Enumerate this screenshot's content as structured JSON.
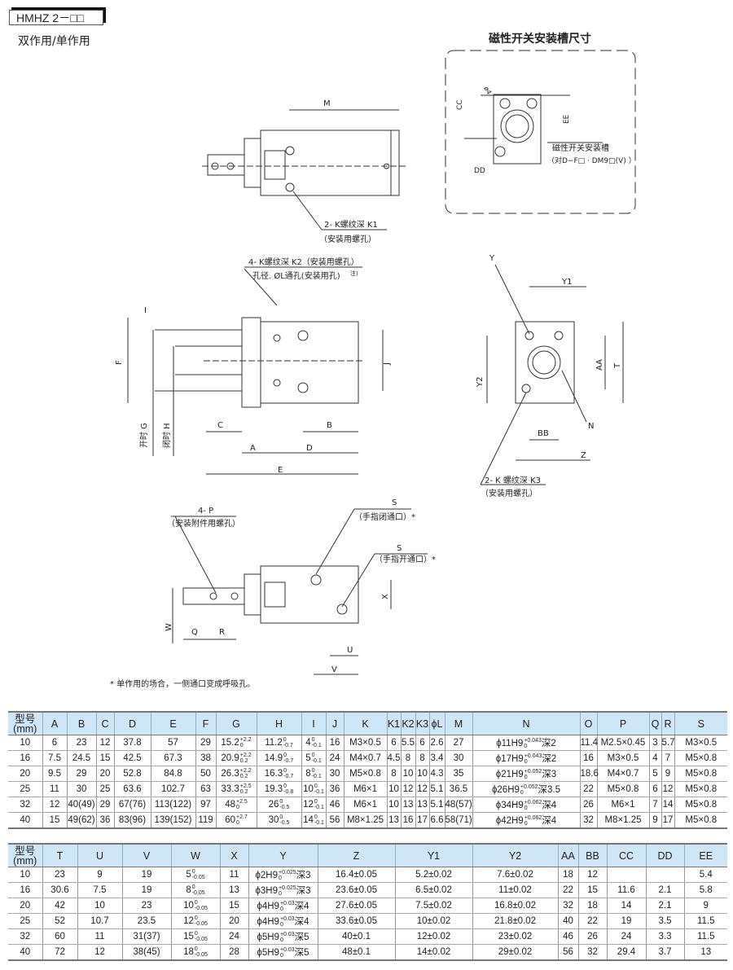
{
  "header": {
    "model": "HMHZ 2－□□",
    "subtitle": "双作用/单作用"
  },
  "switch_slot": {
    "title": "磁性开关安装槽尺寸",
    "labels": {
      "cc": "CC",
      "ee": "EE",
      "dd": "DD",
      "phi4": "ø4",
      "slot": "磁性开关安装槽",
      "slot_note": "（对D−F□ · DM9□(V) ）"
    }
  },
  "drawing1": {
    "m": "M",
    "o": "O",
    "k1": "2- K螺纹深 K1",
    "k1_note": "（安装用螺孔）"
  },
  "drawing2": {
    "k2": "4- K螺纹深 K2（安装用螺孔）",
    "l": "孔径. ØL通孔(安装用孔)",
    "note_mark": "注)",
    "i": "I",
    "f": "F",
    "j": "J",
    "c": "C",
    "b": "B",
    "a": "A",
    "d": "D",
    "e": "E",
    "g": "开时 G",
    "h": "闭时 H"
  },
  "drawing3": {
    "y": "Y",
    "y1": "Y1",
    "aa": "AA",
    "t": "T",
    "y2": "Y2",
    "bb": "BB",
    "n": "N",
    "z": "Z",
    "k3": "2- K 螺纹深 K3",
    "k3_note": "（安装用螺孔）"
  },
  "drawing4": {
    "p": "4- P",
    "p_note": "（安装附件用螺孔）",
    "s1": "S",
    "s1_note": "（手指闭通口）*",
    "s2": "S",
    "s2_note": "（手指开通口）*",
    "x": "X",
    "w": "W",
    "q": "Q",
    "r": "R",
    "u": "U",
    "v": "V"
  },
  "footnote": "* 单作用的场合，一侧通口变成呼吸孔。",
  "table1": {
    "headers": [
      "型号\n(mm)",
      "A",
      "B",
      "C",
      "D",
      "E",
      "F",
      "G",
      "H",
      "I",
      "J",
      "K",
      "K1",
      "K2",
      "K3",
      "ϕL",
      "M",
      "N",
      "O",
      "P",
      "Q",
      "R",
      "S"
    ],
    "rows": [
      [
        "10",
        "6",
        "23",
        "12",
        "37.8",
        "57",
        "29",
        {
          "v": "15.2",
          "up": "+2.2",
          "lo": "0"
        },
        {
          "v": "11.2",
          "up": "0",
          "lo": "-0.7"
        },
        {
          "v": "4",
          "up": "0",
          "lo": "-0.1"
        },
        "16",
        "M3×0.5",
        "6",
        "5.5",
        "6",
        "2.6",
        "27",
        {
          "v": "ϕ11H9",
          "up": "+0.043",
          "lo": "0",
          "tail": "深2"
        },
        "11.4",
        "M2.5×0.45",
        "3",
        "5.7",
        "M3×0.5"
      ],
      [
        "16",
        "7.5",
        "24.5",
        "15",
        "42.5",
        "67.3",
        "38",
        {
          "v": "20.9",
          "up": "+2.2",
          "lo": "0.2"
        },
        {
          "v": "14.9",
          "up": "0",
          "lo": "-0.7"
        },
        {
          "v": "5",
          "up": "0",
          "lo": "-0.1"
        },
        "24",
        "M4×0.7",
        "4.5",
        "8",
        "8",
        "3.4",
        "30",
        {
          "v": "ϕ17H9",
          "up": "+0.043",
          "lo": "0",
          "tail": "深2"
        },
        "16",
        "M3×0.5",
        "4",
        "7",
        "M5×0.8"
      ],
      [
        "20",
        "9.5",
        "29",
        "20",
        "52.8",
        "84.8",
        "50",
        {
          "v": "26.3",
          "up": "+2.2",
          "lo": "0.2"
        },
        {
          "v": "16.3",
          "up": "0",
          "lo": "-0.7"
        },
        {
          "v": "8",
          "up": "0",
          "lo": "-0.1"
        },
        "30",
        "M5×0.8",
        "8",
        "10",
        "10",
        "4.3",
        "35",
        {
          "v": "ϕ21H9",
          "up": "+0.052",
          "lo": "0",
          "tail": "深3"
        },
        "18.6",
        "M4×0.7",
        "5",
        "9",
        "M5×0.8"
      ],
      [
        "25",
        "11",
        "30",
        "25",
        "63.6",
        "102.7",
        "63",
        {
          "v": "33.3",
          "up": "+2.5",
          "lo": "0.2"
        },
        {
          "v": "19.3",
          "up": "0",
          "lo": "-0.8"
        },
        {
          "v": "10",
          "up": "0",
          "lo": "-0.1"
        },
        "36",
        "M6×1",
        "10",
        "12",
        "12",
        "5.1",
        "36.5",
        {
          "v": "ϕ26H9",
          "up": "+0.052",
          "lo": "0",
          "tail": "深3.5"
        },
        "22",
        "M5×0.8",
        "6",
        "12",
        "M5×0.8"
      ],
      [
        "32",
        "12",
        "40(49)",
        "29",
        "67(76)",
        "113(122)",
        "97",
        {
          "v": "48",
          "up": "+2.5",
          "lo": "0"
        },
        {
          "v": "26",
          "up": "0",
          "lo": "-0.5"
        },
        {
          "v": "12",
          "up": "0",
          "lo": "-0.1"
        },
        "46",
        "M6×1",
        "10",
        "13",
        "13",
        "5.1",
        "48(57)",
        {
          "v": "ϕ34H9",
          "up": "+0.062",
          "lo": "0",
          "tail": "深4"
        },
        "26",
        "M6×1",
        "7",
        "14",
        "M5×0.8"
      ],
      [
        "40",
        "15",
        "49(62)",
        "36",
        "83(96)",
        "139(152)",
        "119",
        {
          "v": "60",
          "up": "+2.7",
          "lo": "0"
        },
        {
          "v": "30",
          "up": "0",
          "lo": "-0.5"
        },
        {
          "v": "14",
          "up": "0",
          "lo": "-0.1"
        },
        "56",
        "M8×1.25",
        "13",
        "16",
        "17",
        "6.6",
        "58(71)",
        {
          "v": "ϕ42H9",
          "up": "+0.062",
          "lo": "0",
          "tail": "深4"
        },
        "32",
        "M8×1.25",
        "9",
        "17",
        "M5×0.8"
      ]
    ]
  },
  "table2": {
    "headers": [
      "型号\n(mm)",
      "T",
      "U",
      "V",
      "W",
      "X",
      "Y",
      "Z",
      "Y1",
      "Y2",
      "AA",
      "BB",
      "CC",
      "DD",
      "EE"
    ],
    "rows": [
      [
        "10",
        "23",
        "9",
        "19",
        {
          "v": "5",
          "up": "0",
          "lo": "-0.05"
        },
        "11",
        {
          "v": "ϕ2H9",
          "up": "+0.025",
          "lo": "0",
          "tail": "深3"
        },
        "16.4±0.05",
        "5.2±0.02",
        "7.6±0.02",
        "18",
        "12",
        "",
        "",
        "5.4"
      ],
      [
        "16",
        "30.6",
        "7.5",
        "19",
        {
          "v": "8",
          "up": "0",
          "lo": "-0.05"
        },
        "13",
        {
          "v": "ϕ3H9",
          "up": "+0.025",
          "lo": "0",
          "tail": "深3"
        },
        "23.6±0.05",
        "6.5±0.02",
        "11±0.02",
        "22",
        "15",
        "11.6",
        "2.1",
        "5.8"
      ],
      [
        "20",
        "42",
        "10",
        "23",
        {
          "v": "10",
          "up": "0",
          "lo": "-0.05"
        },
        "15",
        {
          "v": "ϕ4H9",
          "up": "+0.03",
          "lo": "0",
          "tail": "深4"
        },
        "27.6±0.05",
        "7.5±0.02",
        "16.8±0.02",
        "32",
        "18",
        "14",
        "2.1",
        "9"
      ],
      [
        "25",
        "52",
        "10.7",
        "23.5",
        {
          "v": "12",
          "up": "0",
          "lo": "-0.05"
        },
        "20",
        {
          "v": "ϕ4H9",
          "up": "+0.03",
          "lo": "0",
          "tail": "深4"
        },
        "33.6±0.05",
        "10±0.02",
        "21.8±0.02",
        "40",
        "22",
        "19",
        "3.5",
        "11.5"
      ],
      [
        "32",
        "60",
        "11",
        "31(37)",
        {
          "v": "15",
          "up": "0",
          "lo": "-0.05"
        },
        "24",
        {
          "v": "ϕ5H9",
          "up": "+0.03",
          "lo": "0",
          "tail": "深5"
        },
        "40±0.1",
        "12±0.02",
        "23±0.02",
        "46",
        "26",
        "24",
        "3.3",
        "11.5"
      ],
      [
        "40",
        "72",
        "12",
        "38(45)",
        {
          "v": "18",
          "up": "0",
          "lo": "-0.05"
        },
        "28",
        {
          "v": "ϕ5H9",
          "up": "+0.03",
          "lo": "0",
          "tail": "深5"
        },
        "48±0.1",
        "14±0.02",
        "29±0.02",
        "56",
        "32",
        "29.4",
        "3.7",
        "13"
      ]
    ]
  }
}
